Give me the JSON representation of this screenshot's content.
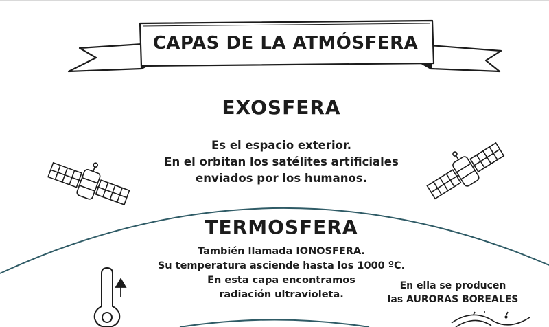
{
  "banner": {
    "title": "CAPAS DE LA ATMÓSFERA"
  },
  "exosfera": {
    "title": "EXOSFERA",
    "lines": [
      "Es el espacio exterior.",
      "En el orbitan los satélites artificiales",
      "enviados por los humanos."
    ]
  },
  "termosfera": {
    "title": "TERMOSFERA",
    "lines": [
      "También llamada IONOSFERA.",
      "Su temperatura asciende hasta los 1000 ºC.",
      "En esta capa encontramos",
      "radiación ultravioleta."
    ],
    "aurora_lines": [
      "En ella se producen",
      "las AURORAS BOREALES"
    ]
  },
  "colors": {
    "layer_line": "#2f5b66",
    "ink": "#1c1c1c"
  },
  "icons": [
    "satellite-icon",
    "satellite-icon",
    "thermometer-icon",
    "arrow-up-icon",
    "aurora-icon"
  ]
}
